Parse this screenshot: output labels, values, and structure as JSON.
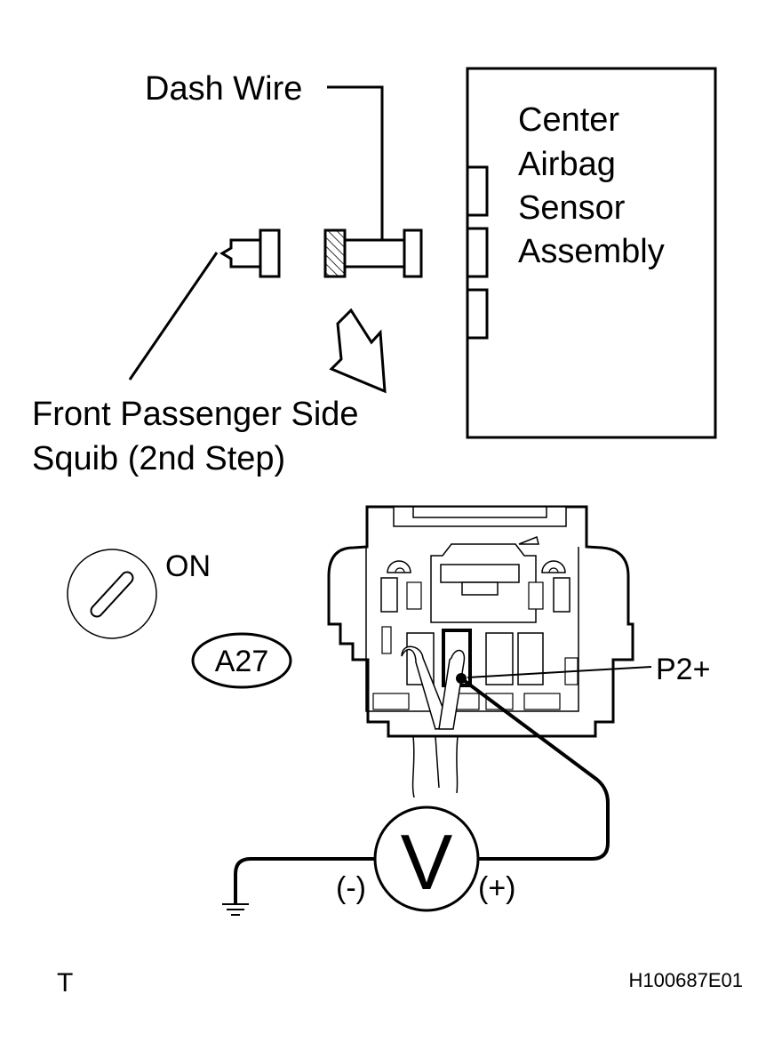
{
  "labels": {
    "dash_wire": "Dash Wire",
    "ecu_line1": "Center",
    "ecu_line2": "Airbag",
    "ecu_line3": "Sensor",
    "ecu_line4": "Assembly",
    "squib_line1": "Front Passenger Side",
    "squib_line2": "Squib (2nd Step)",
    "ignition_state": "ON",
    "connector_id": "A27",
    "terminal": "P2+",
    "meter_symbol": "V",
    "probe_negative": "(-)",
    "probe_positive": "(+)",
    "corner_mark": "T",
    "figure_code": "H100687E01"
  },
  "icons": {
    "ignition": "ignition-switch-icon",
    "meter": "voltmeter-icon",
    "ground": "ground-symbol-icon",
    "disconnect_arrow": "arrow-down-right-icon"
  }
}
